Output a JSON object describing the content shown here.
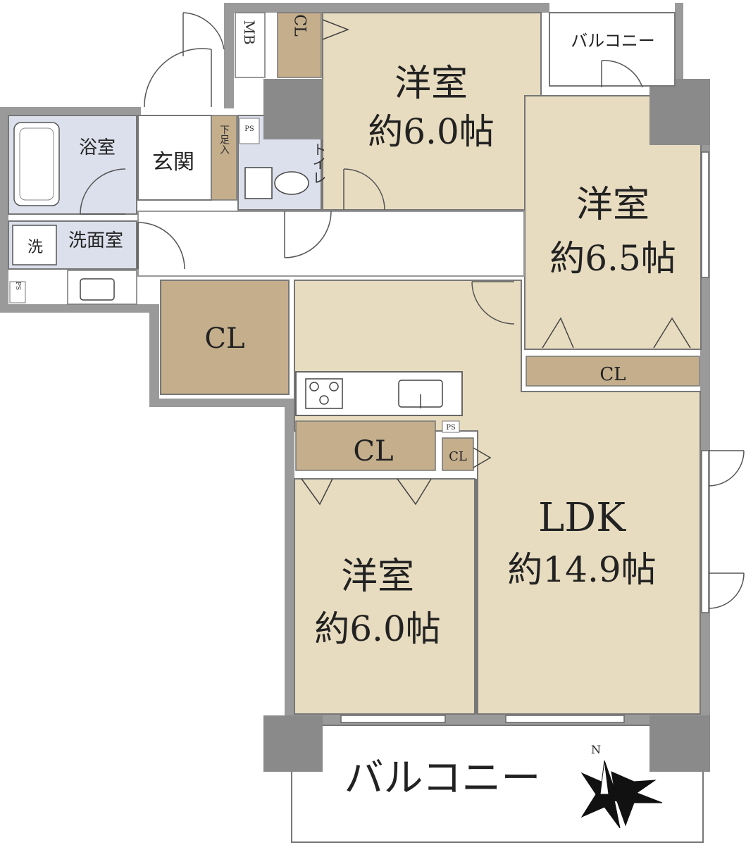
{
  "rooms": {
    "western_top": {
      "name": "洋室",
      "size": "約6.0帖"
    },
    "western_right": {
      "name": "洋室",
      "size": "約6.5帖"
    },
    "western_bottom": {
      "name": "洋室",
      "size": "約6.0帖"
    },
    "ldk": {
      "name": "LDK",
      "size": "約14.9帖"
    },
    "bath": "浴室",
    "washroom": "洗面室",
    "washer": "洗",
    "entrance": "玄関",
    "shoe_box": "下足入",
    "toilet": "トイレ",
    "mb": "MB",
    "ps": "PS"
  },
  "closets": {
    "top_small": "CL",
    "hall": "CL",
    "right": "CL",
    "bottom": "CL",
    "ldk_small": "CL"
  },
  "balconies": {
    "top": "バルコニー",
    "bottom": "バルコニー"
  },
  "compass": {
    "north": "N"
  },
  "colors": {
    "room_fill": "#E8DCC0",
    "closet_fill": "#C4AE8C",
    "wet_fill": "#DCE0EC",
    "wall": "#999999",
    "pillar": "#8A8A8A"
  }
}
